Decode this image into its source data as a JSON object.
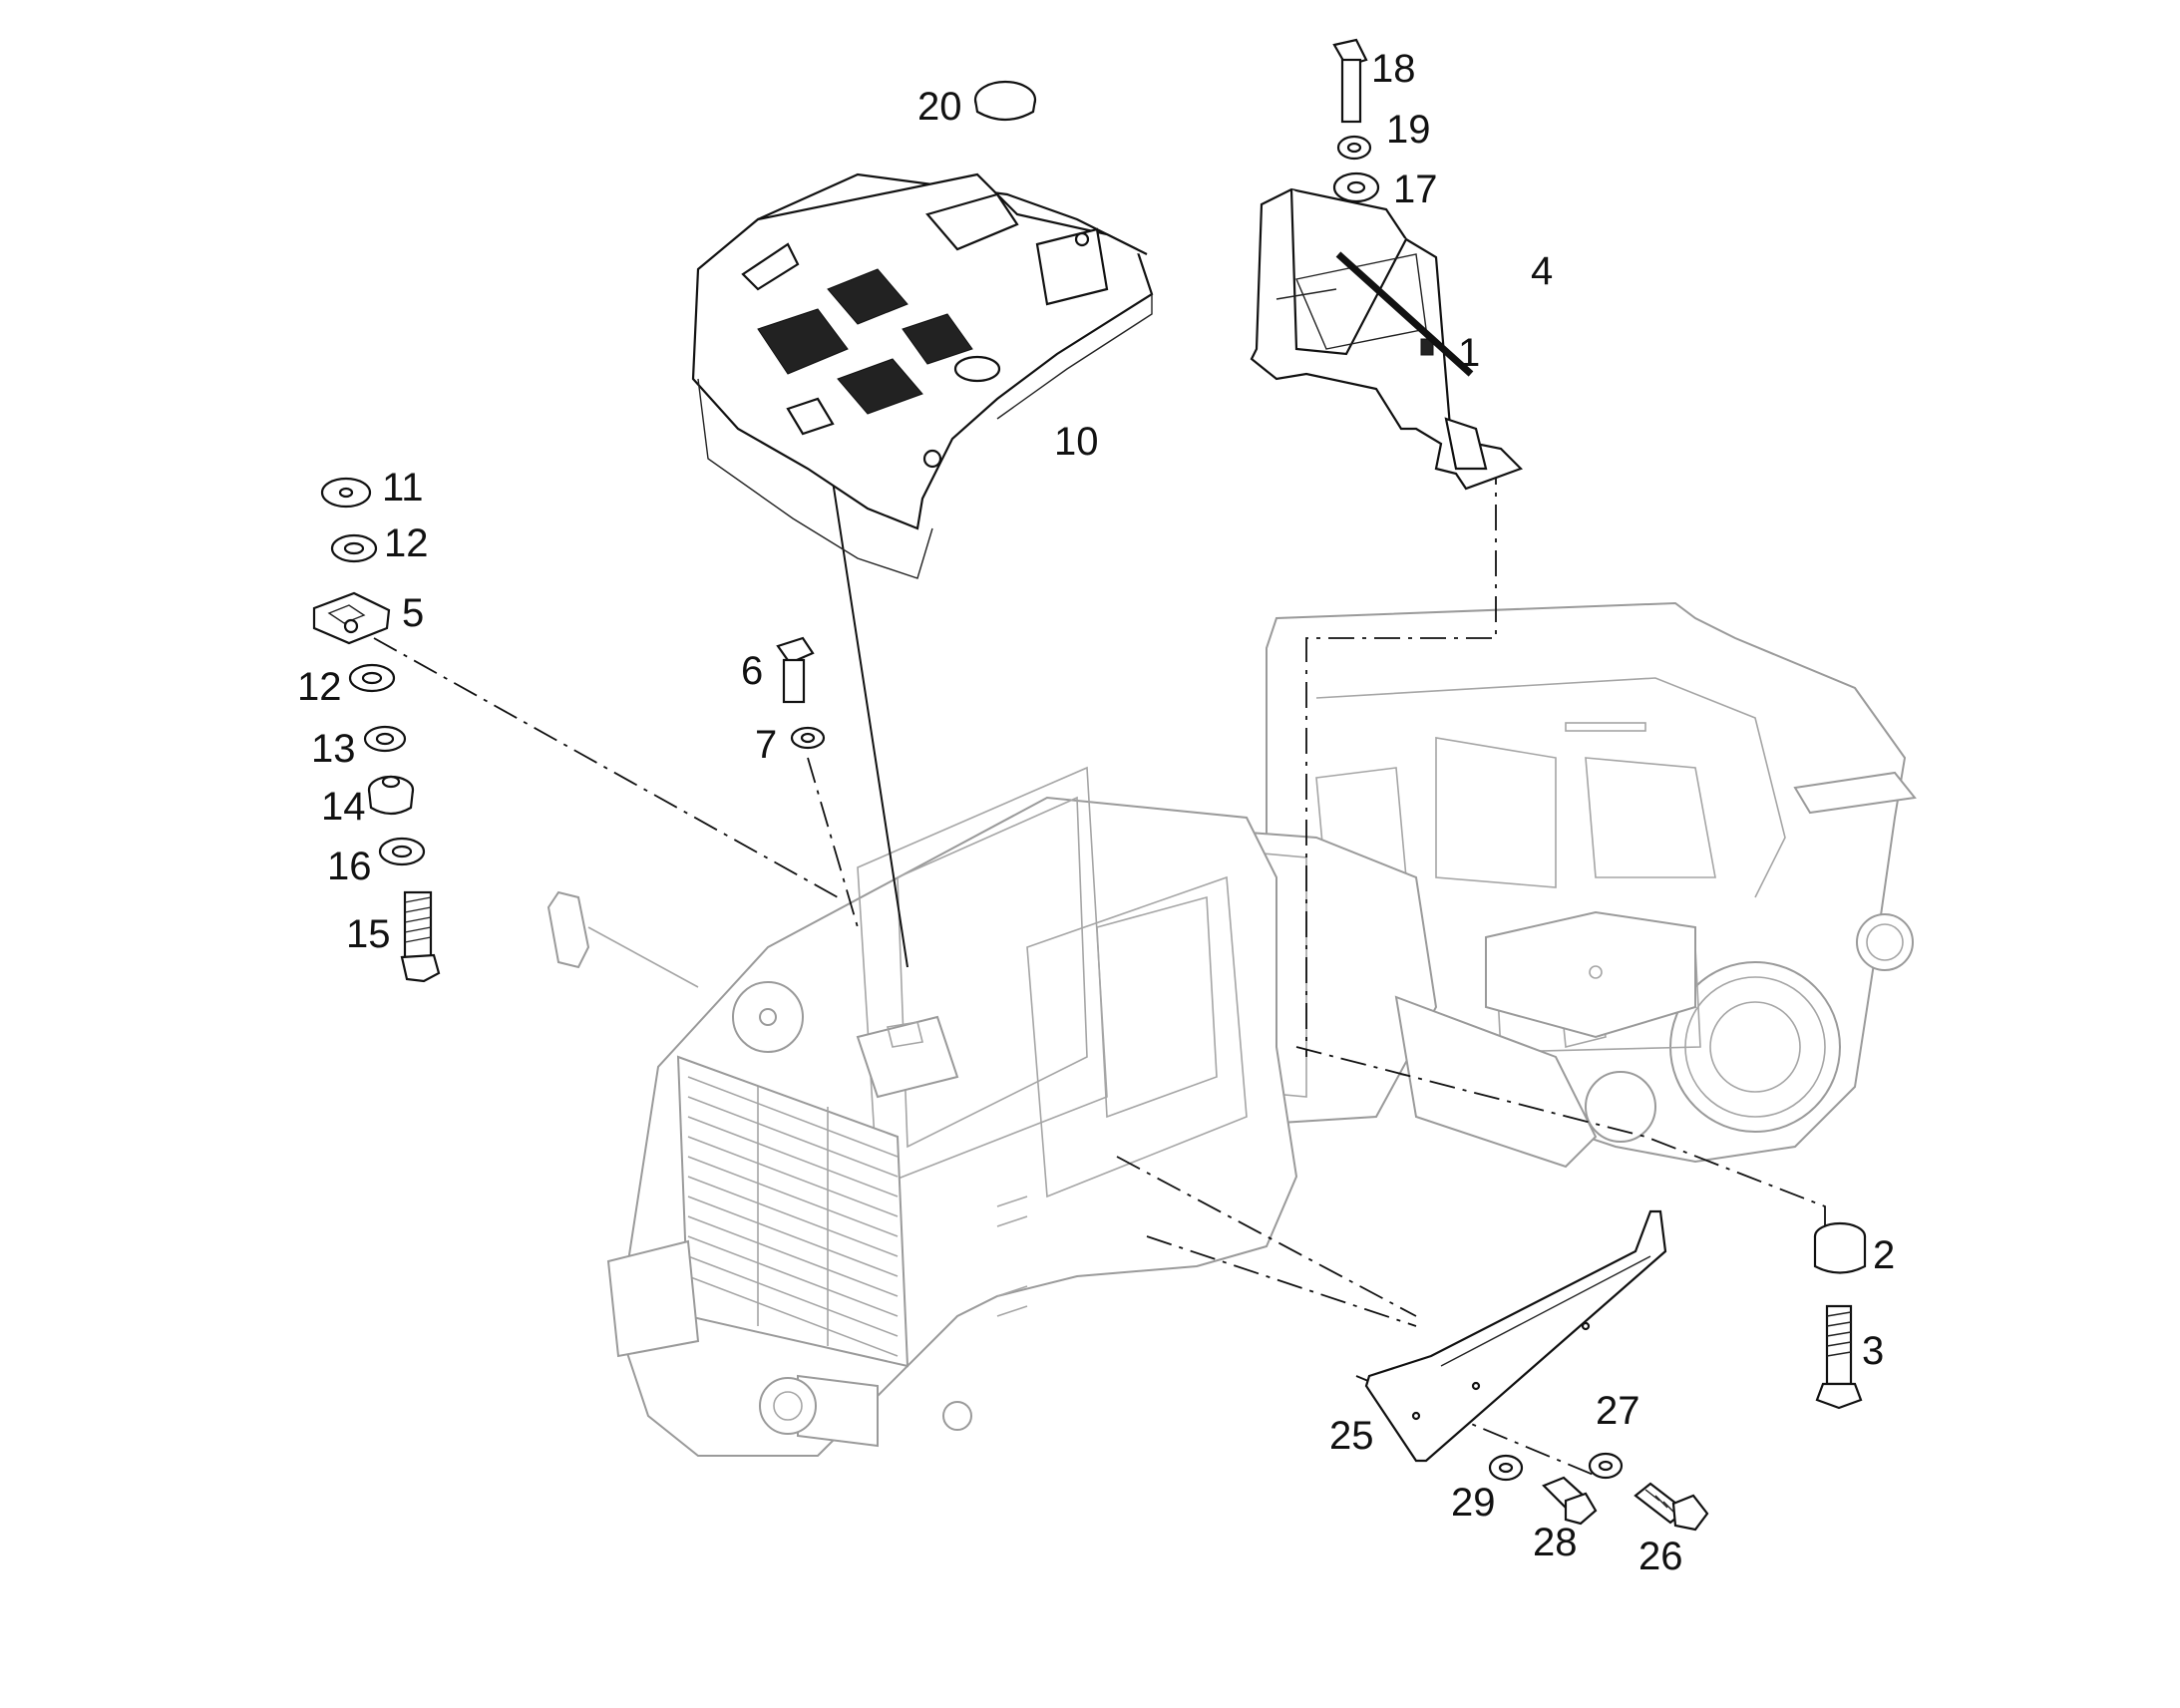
{
  "diagram": {
    "callouts": [
      {
        "id": "c20",
        "label": "20"
      },
      {
        "id": "c18",
        "label": "18"
      },
      {
        "id": "c19",
        "label": "19"
      },
      {
        "id": "c17",
        "label": "17"
      },
      {
        "id": "c4",
        "label": "4"
      },
      {
        "id": "c1",
        "label": "1"
      },
      {
        "id": "c10",
        "label": "10"
      },
      {
        "id": "c11",
        "label": "11"
      },
      {
        "id": "c12a",
        "label": "12"
      },
      {
        "id": "c5",
        "label": "5"
      },
      {
        "id": "c12b",
        "label": "12"
      },
      {
        "id": "c13",
        "label": "13"
      },
      {
        "id": "c14",
        "label": "14"
      },
      {
        "id": "c16",
        "label": "16"
      },
      {
        "id": "c15",
        "label": "15"
      },
      {
        "id": "c6",
        "label": "6"
      },
      {
        "id": "c7",
        "label": "7"
      },
      {
        "id": "c2",
        "label": "2"
      },
      {
        "id": "c3",
        "label": "3"
      },
      {
        "id": "c25",
        "label": "25"
      },
      {
        "id": "c27",
        "label": "27"
      },
      {
        "id": "c29",
        "label": "29"
      },
      {
        "id": "c28",
        "label": "28"
      },
      {
        "id": "c26",
        "label": "26"
      }
    ]
  }
}
